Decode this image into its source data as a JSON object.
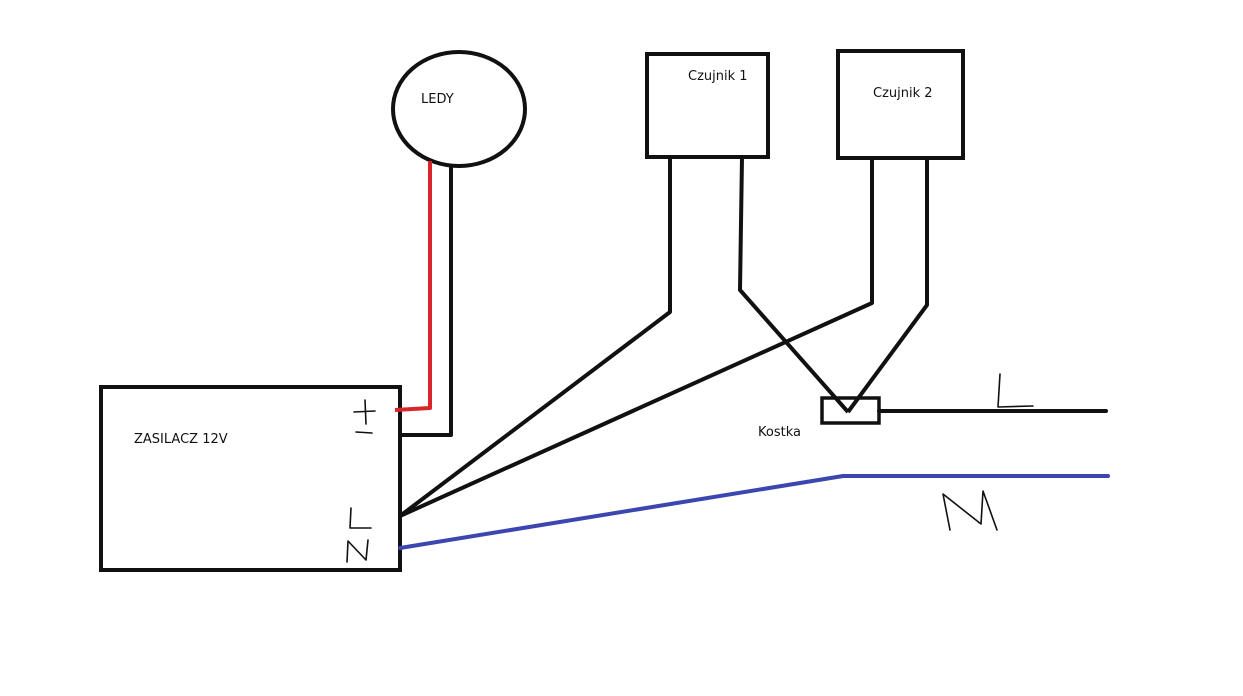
{
  "labels": {
    "led": "LEDY",
    "sensor1": "Czujnik 1",
    "sensor2": "Czujnik 2",
    "psu": "ZASILACZ 12V",
    "connector": "Kostka"
  },
  "handwritten_marks": [
    "+",
    "-",
    "L",
    "N",
    "L",
    "N"
  ],
  "colors": {
    "wire_black": "#111111",
    "wire_red": "#d9262b",
    "wire_blue": "#3b46b0",
    "background": "#ffffff"
  }
}
